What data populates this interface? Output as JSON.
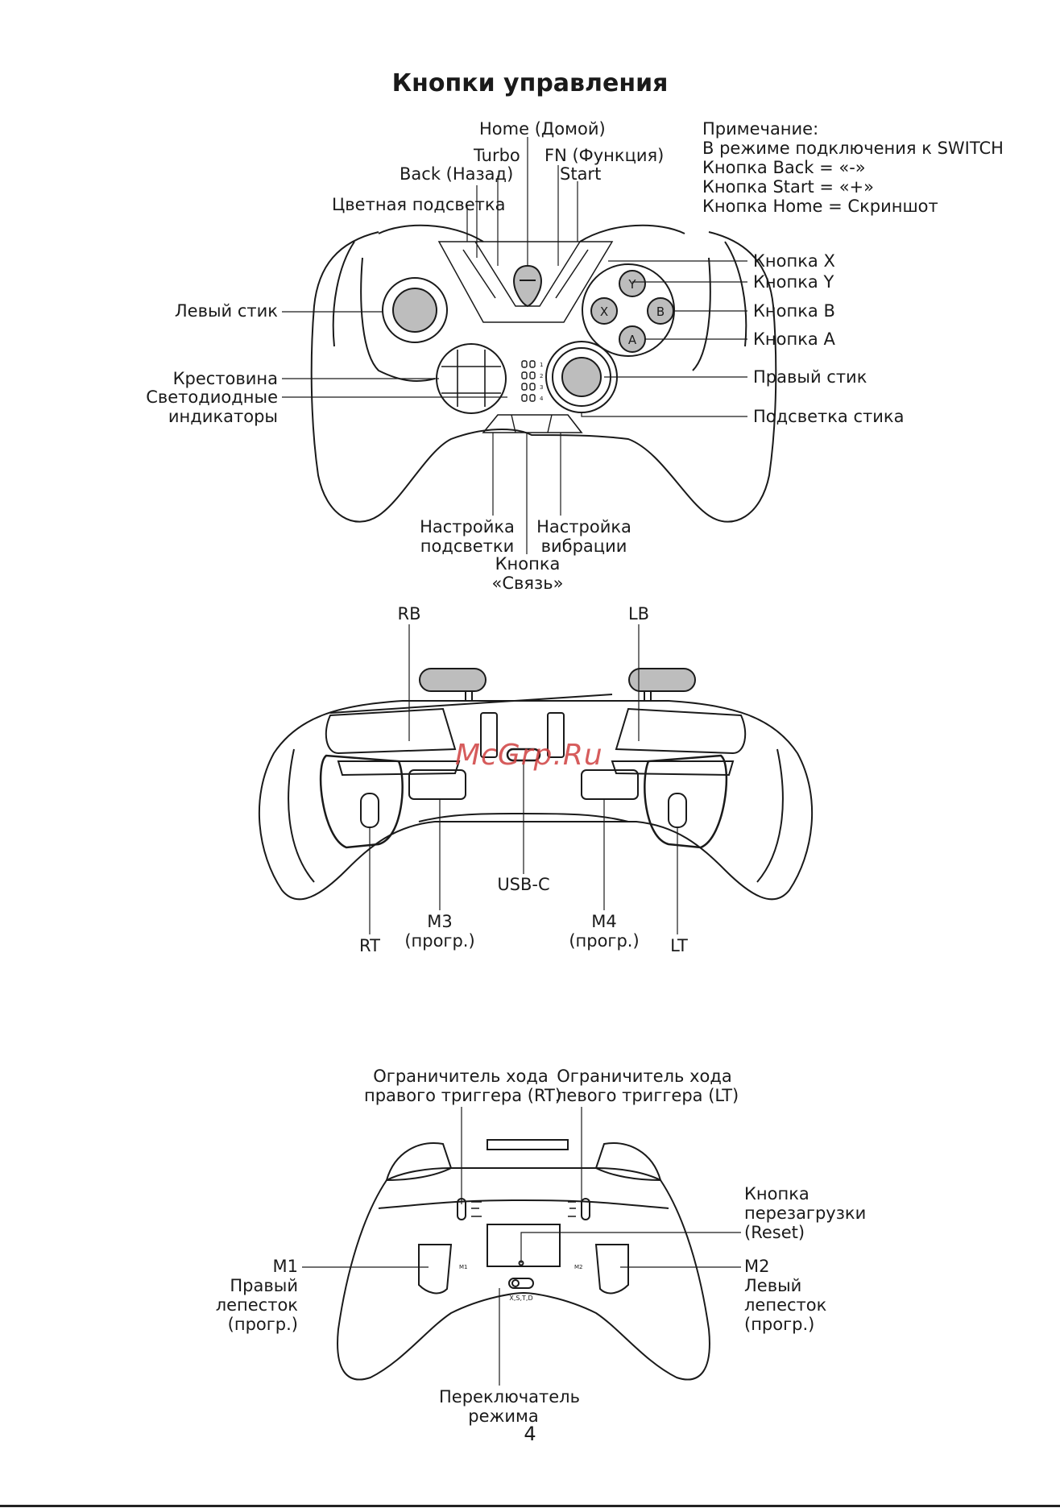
{
  "title": "Кнопки управления",
  "watermark": "McGrp.Ru",
  "page_number": "4",
  "note": {
    "lines": [
      "Примечание:",
      "В режиме подключения к SWITCH",
      "Кнопка Back = «-»",
      "Кнопка Start = «+»",
      "Кнопка Home = Скриншот"
    ]
  },
  "front": {
    "home": "Home (Домой)",
    "turbo": "Turbo",
    "fn": "FN (Функция)",
    "back": "Back (Назад)",
    "start": "Start",
    "color_light": "Цветная подсветка",
    "left_stick": "Левый стик",
    "dpad": "Крестовина",
    "leds": [
      "Светодиодные",
      "индикаторы"
    ],
    "button_x": "Кнопка X",
    "button_y": "Кнопка Y",
    "button_b": "Кнопка B",
    "button_a": "Кнопка A",
    "right_stick": "Правый стик",
    "stick_light": "Подсветка стика",
    "light_setting": [
      "Настройка",
      "подсветки"
    ],
    "vibration_setting": [
      "Настройка",
      "вибрации"
    ],
    "link_button": [
      "Кнопка",
      "«Связь»"
    ],
    "face_letters": {
      "x": "X",
      "y": "Y",
      "b": "B",
      "a": "A"
    },
    "led_numbers": [
      "1",
      "2",
      "3",
      "4"
    ]
  },
  "top": {
    "rb": "RB",
    "lb": "LB",
    "usb": "USB-C",
    "m3": [
      "M3",
      "(прогр.)"
    ],
    "m4": [
      "M4",
      "(прогр.)"
    ],
    "rt": "RT",
    "lt": "LT"
  },
  "back_view": {
    "rt_limiter": [
      "Ограничитель хода",
      "правого триггера (RT)"
    ],
    "lt_limiter": [
      "Ограничитель хода",
      "левого триггера (LT)"
    ],
    "reset": [
      "Кнопка",
      "перезагрузки",
      "(Reset)"
    ],
    "m1": [
      "M1",
      "Правый",
      "лепесток",
      "(прогр.)"
    ],
    "m2": [
      "M2",
      "Левый",
      "лепесток",
      "(прогр.)"
    ],
    "mode_switch": [
      "Переключатель",
      "режима"
    ],
    "switch_marks": "X,S,T,D",
    "m1_mark": "M1",
    "m2_mark": "M2"
  }
}
